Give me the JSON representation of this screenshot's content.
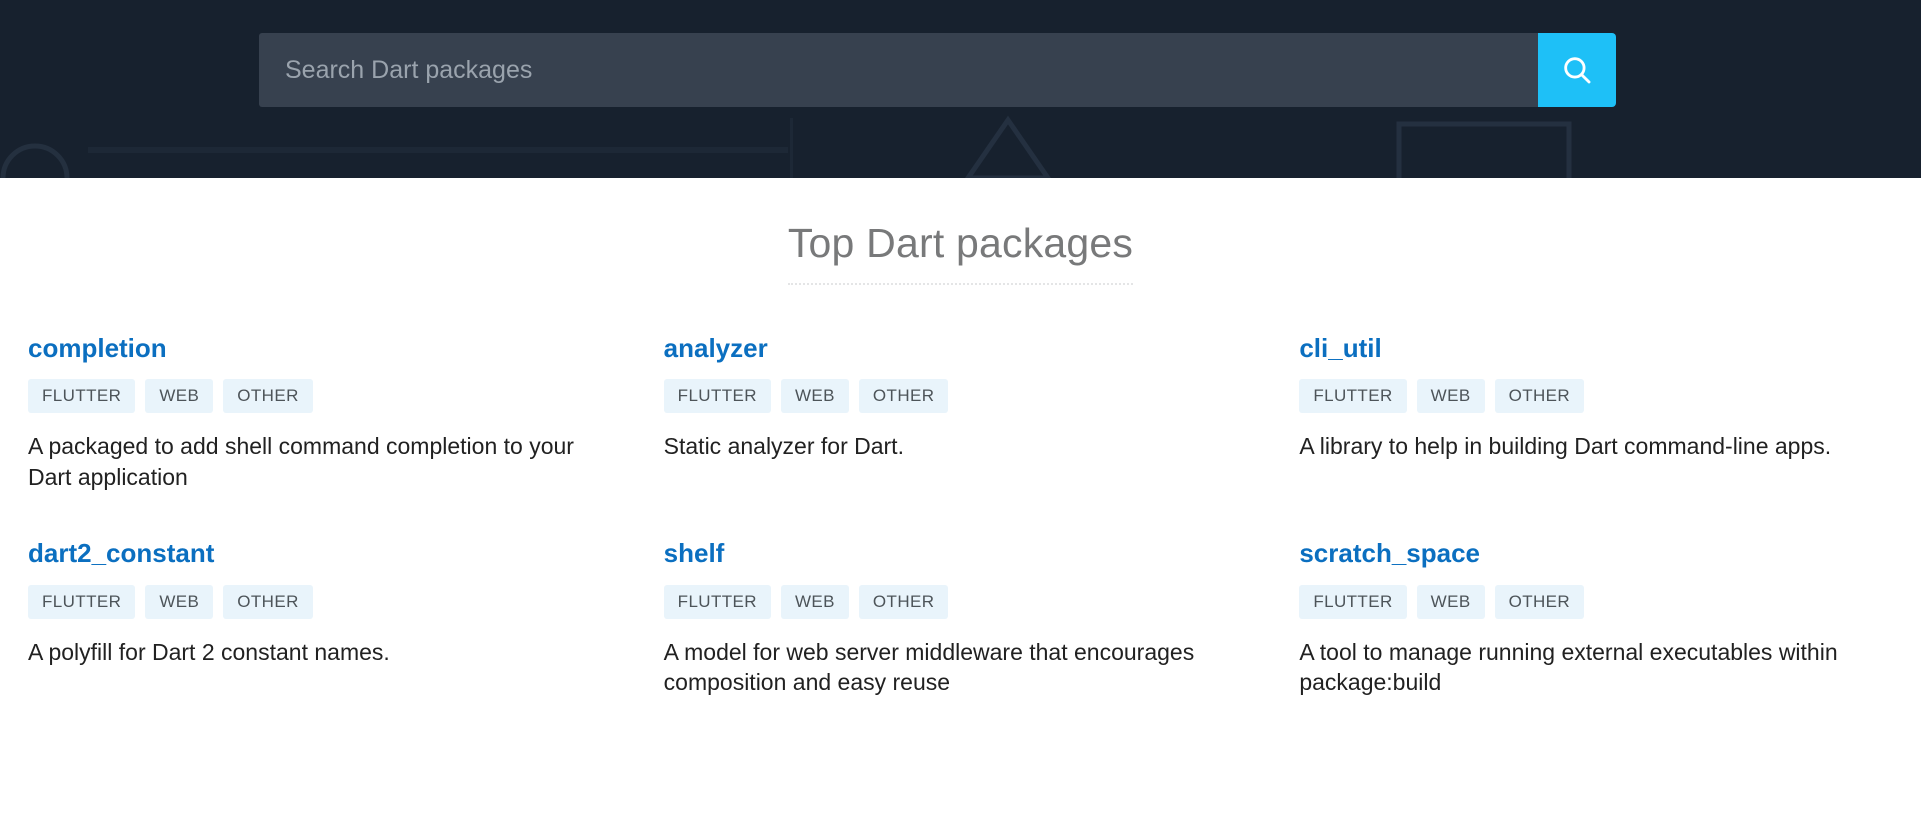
{
  "header": {
    "background_color": "#17212e",
    "search": {
      "name": "search-input",
      "placeholder": "Search Dart packages",
      "value": "",
      "button_label": "Search",
      "button_icon": "search-icon",
      "button_color": "#1ec0f7",
      "field_color": "#37414f"
    },
    "decorative_shapes": [
      "circle-outline",
      "horizontal-line",
      "triangle-outline",
      "rectangle-outline"
    ]
  },
  "main": {
    "title": "Top Dart packages",
    "title_color": "#78797a",
    "link_color": "#0b6fc0",
    "tag_background": "#e9f4fb",
    "packages": [
      {
        "name": "completion",
        "tags": [
          "FLUTTER",
          "WEB",
          "OTHER"
        ],
        "description": "A packaged to add shell command completion to your Dart application"
      },
      {
        "name": "analyzer",
        "tags": [
          "FLUTTER",
          "WEB",
          "OTHER"
        ],
        "description": "Static analyzer for Dart."
      },
      {
        "name": "cli_util",
        "tags": [
          "FLUTTER",
          "WEB",
          "OTHER"
        ],
        "description": "A library to help in building Dart command-line apps."
      },
      {
        "name": "dart2_constant",
        "tags": [
          "FLUTTER",
          "WEB",
          "OTHER"
        ],
        "description": "A polyfill for Dart 2 constant names."
      },
      {
        "name": "shelf",
        "tags": [
          "FLUTTER",
          "WEB",
          "OTHER"
        ],
        "description": "A model for web server middleware that encourages composition and easy reuse"
      },
      {
        "name": "scratch_space",
        "tags": [
          "FLUTTER",
          "WEB",
          "OTHER"
        ],
        "description": "A tool to manage running external executables within package:build"
      }
    ]
  }
}
